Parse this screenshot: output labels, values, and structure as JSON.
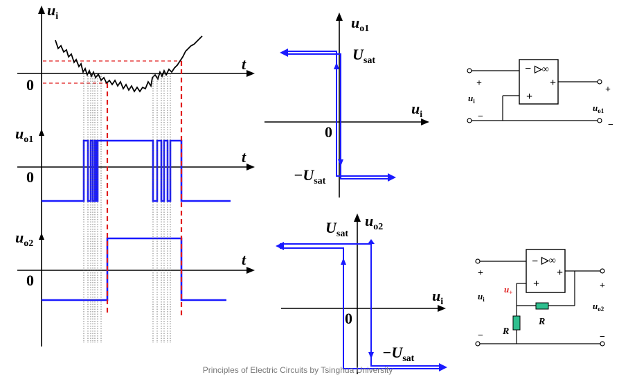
{
  "labels": {
    "ui": "u",
    "ui_sub": "i",
    "uo1": "u",
    "uo1_sub": "o1",
    "uo2": "u",
    "uo2_sub": "o2",
    "t": "t",
    "zero": "0",
    "usat": "U",
    "usat_sub": "sat",
    "neg_usat": "−U",
    "neg_usat_sub": "sat",
    "plus": "+",
    "minus": "−",
    "opamp_symbol": "▷∞",
    "u_plus": "u",
    "u_plus_sub": "+",
    "R": "R"
  },
  "footer": "Principles of Electric Circuits by Tsinghua University",
  "colors": {
    "trace": "#1a1aff",
    "marker": "#e01b1b",
    "u_plus": "#e01b1b",
    "resistor": "#2fbf8f"
  }
}
